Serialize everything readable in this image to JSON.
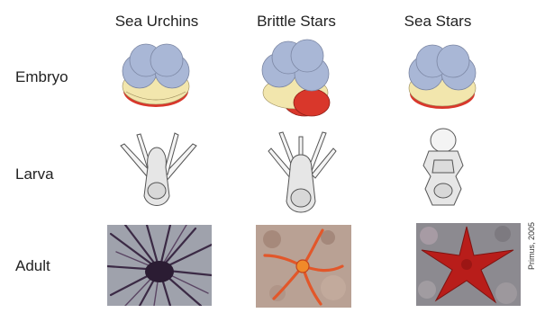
{
  "columns": [
    "Sea Urchins",
    "Brittle Stars",
    "Sea Stars"
  ],
  "rows": [
    "Embryo",
    "Larva",
    "Adult"
  ],
  "credit": "Primus, 2005",
  "colors": {
    "blastomere_blue": "#a9b7d6",
    "blastomere_yellow": "#f2e6ad",
    "blastomere_red": "#d9372b",
    "larva_fill": "#e6e6e6",
    "urchin_spines": "#3b2a45",
    "star_orange": "#e2572a",
    "star_red": "#b81d1a"
  }
}
